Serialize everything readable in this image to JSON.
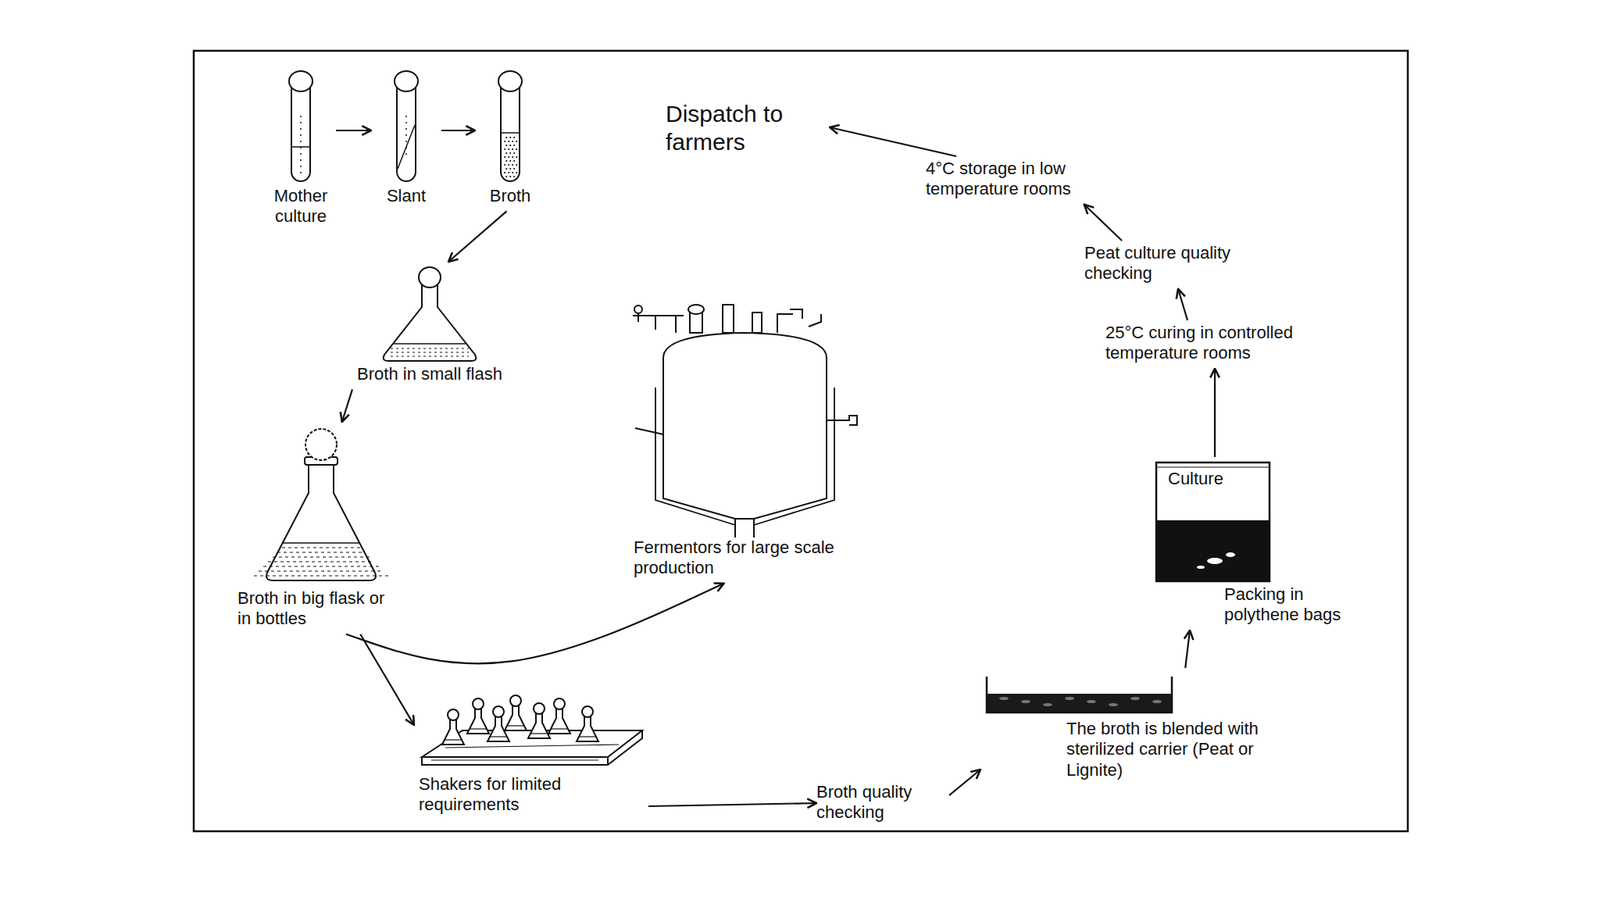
{
  "diagram": {
    "nodes": [
      {
        "text": [
          "Mother culture"
        ]
      },
      {
        "text": [
          "Slant"
        ]
      },
      {
        "text": [
          "Broth"
        ]
      },
      {
        "text": [
          "Dispatch to farmers"
        ]
      },
      {
        "text": [
          "4°C storage in low temperature rooms"
        ]
      },
      {
        "text": [
          "Broth in small flash"
        ]
      },
      {
        "text": [
          "Peat culture quality checking"
        ]
      },
      {
        "text": [
          "25°C curing in controlled temperature rooms"
        ]
      },
      {
        "text": [
          "Fermentors for large scale production"
        ]
      },
      {
        "text": [
          "Culture",
          "Packing in polythene bags"
        ]
      },
      {
        "text": [
          "Broth in big flask or in bottles"
        ]
      },
      {
        "text": [
          "The broth is blended with sterilized carrier (Peat or Lignite)"
        ]
      },
      {
        "text": [
          "Shakers for limited requirements"
        ]
      },
      {
        "text": [
          "Broth quality checking"
        ]
      }
    ],
    "edges": [
      {
        "from": 0,
        "to": 1,
        "arrow": "to"
      },
      {
        "from": 1,
        "to": 2,
        "arrow": "to"
      },
      {
        "from": 2,
        "to": 5,
        "arrow": "to"
      },
      {
        "from": 5,
        "to": 10,
        "arrow": "to"
      },
      {
        "from": 10,
        "to": 8,
        "arrow": "to"
      },
      {
        "from": 10,
        "to": 12,
        "arrow": "to"
      },
      {
        "from": 12,
        "to": 13,
        "arrow": "to"
      },
      {
        "from": 13,
        "to": 11,
        "arrow": "to"
      },
      {
        "from": 11,
        "to": 9,
        "arrow": "to"
      },
      {
        "from": 9,
        "to": 7,
        "arrow": "to"
      },
      {
        "from": 7,
        "to": 6,
        "arrow": "to"
      },
      {
        "from": 6,
        "to": 4,
        "arrow": "to"
      },
      {
        "from": 4,
        "to": 3,
        "arrow": "to"
      }
    ]
  }
}
